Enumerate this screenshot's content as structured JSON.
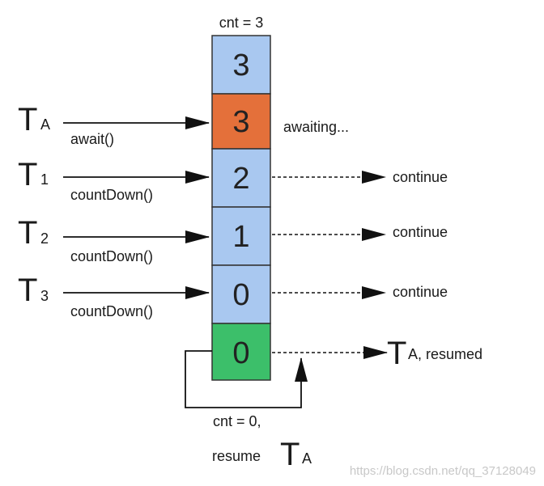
{
  "header": {
    "counter_label": "cnt = 3"
  },
  "cells": [
    {
      "value": "3",
      "color": "#a9c8f0"
    },
    {
      "value": "3",
      "color": "#e4703a"
    },
    {
      "value": "2",
      "color": "#a9c8f0"
    },
    {
      "value": "1",
      "color": "#a9c8f0"
    },
    {
      "value": "0",
      "color": "#a9c8f0"
    },
    {
      "value": "0",
      "color": "#3cbf6a"
    }
  ],
  "threads": [
    {
      "letter": "T",
      "subscript": "A",
      "call": "await()",
      "status": "awaiting..."
    },
    {
      "letter": "T",
      "subscript": "1",
      "call": "countDown()",
      "status": "continue"
    },
    {
      "letter": "T",
      "subscript": "2",
      "call": "countDown()",
      "status": "continue"
    },
    {
      "letter": "T",
      "subscript": "3",
      "call": "countDown()",
      "status": "continue"
    }
  ],
  "resumed": {
    "letter": "T",
    "subscript": "A, resumed"
  },
  "footer": {
    "line1": "cnt = 0,",
    "line2_prefix": "resume",
    "letter": "T",
    "subscript": "A"
  },
  "watermark": "https://blog.csdn.net/qq_37128049"
}
